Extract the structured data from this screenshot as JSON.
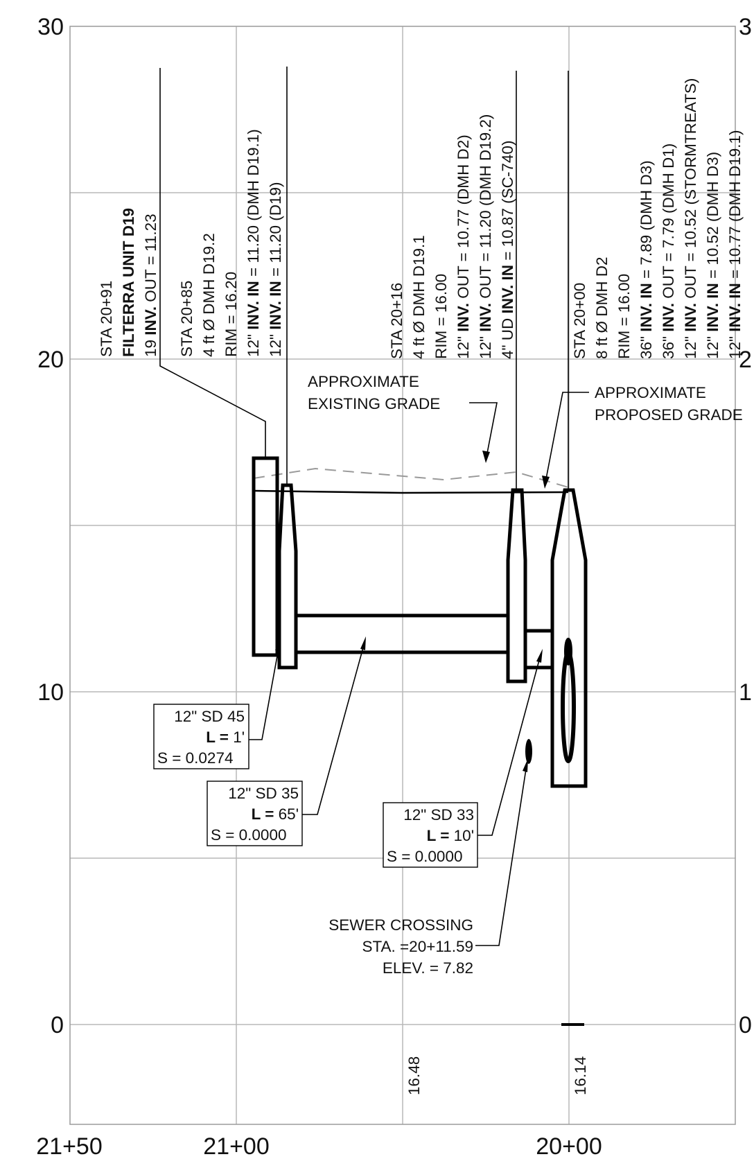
{
  "axes": {
    "y_ticks": [
      "30",
      "20",
      "10",
      "0"
    ],
    "y_ticks_right": [
      "3",
      "2",
      "1",
      "0"
    ],
    "x_ticks": [
      "21+50",
      "21+00",
      "20+00"
    ],
    "bottom_values": [
      "16.48",
      "16.14"
    ]
  },
  "structures": [
    {
      "lines": [
        {
          "plain": "STA 20+91"
        },
        {
          "bold": "FILTERRA UNIT D19"
        },
        {
          "plain": "19 ",
          "bold": "INV.",
          "rest": " OUT = 11.23"
        }
      ]
    },
    {
      "lines": [
        {
          "plain": "STA 20+85"
        },
        {
          "plain": "4 ft Ø DMH D19.2"
        },
        {
          "plain": "RIM = 16.20"
        },
        {
          "plain": "12\" ",
          "bold": "INV. IN",
          "rest": " = 11.20 (DMH D19.1)"
        },
        {
          "plain": "12\" ",
          "bold": "INV. IN",
          "rest": " = 11.20 (D19)"
        }
      ]
    },
    {
      "lines": [
        {
          "plain": "STA 20+16"
        },
        {
          "plain": "4 ft Ø DMH D19.1"
        },
        {
          "plain": "RIM = 16.00"
        },
        {
          "plain": "12\" ",
          "bold": "INV.",
          "rest": " OUT = 10.77 (DMH D2)"
        },
        {
          "plain": "12\" ",
          "bold": "INV.",
          "rest": " OUT = 11.20 (DMH D19.2)"
        },
        {
          "plain": "4\" UD ",
          "bold": "INV. IN",
          "rest": " = 10.87 (SC-740)"
        }
      ]
    },
    {
      "lines": [
        {
          "plain": "STA 20+00"
        },
        {
          "plain": "8 ft Ø DMH D2"
        },
        {
          "plain": "RIM = 16.00"
        },
        {
          "plain": "36\" ",
          "bold": "INV. IN",
          "rest": " = 7.89 (DMH D3)"
        },
        {
          "plain": "36\" ",
          "bold": "INV.",
          "rest": " OUT = 7.79 (DMH D1)"
        },
        {
          "plain": "12\" ",
          "bold": "INV.",
          "rest": " OUT = 10.52 (STORMTREATS)"
        },
        {
          "plain": "12\" ",
          "bold": "INV. IN",
          "rest": " = 10.52 (DMH D3)"
        },
        {
          "plain": "12\" ",
          "bold": "INV. IN",
          "rest": " = 10.77 (DMH D19.1)"
        }
      ]
    }
  ],
  "grade_labels": {
    "existing": [
      "APPROXIMATE",
      "EXISTING GRADE"
    ],
    "proposed": [
      "APPROXIMATE",
      "PROPOSED GRADE"
    ]
  },
  "pipes": [
    {
      "size": "12\" SD 45",
      "length_label": "L =",
      "length": "1'",
      "slope": "S = 0.0274"
    },
    {
      "size": "12\" SD 35",
      "length_label": "L =",
      "length": "65'",
      "slope": "S = 0.0000"
    },
    {
      "size": "12\" SD 33",
      "length_label": "L =",
      "length": "10'",
      "slope": "S = 0.0000"
    }
  ],
  "sewer_crossing": [
    "SEWER CROSSING",
    "STA. =20+11.59",
    "ELEV. = 7.82"
  ]
}
